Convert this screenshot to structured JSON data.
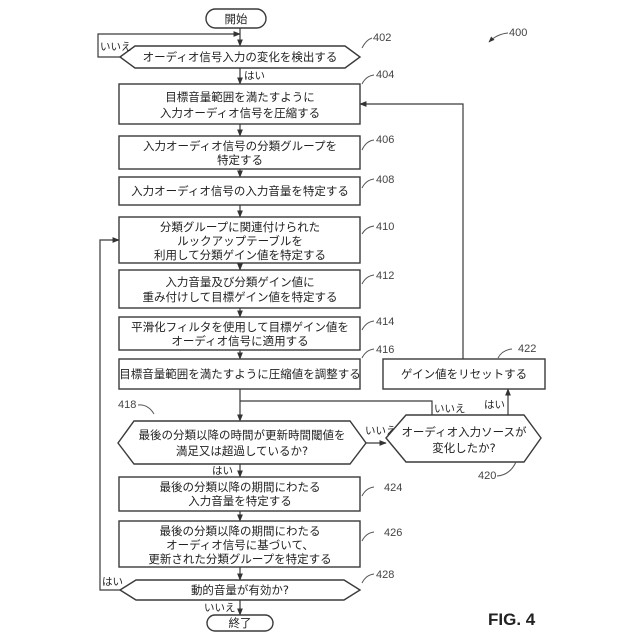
{
  "figure": {
    "ref": "400",
    "label": "FIG. 4"
  },
  "start": {
    "text": "開始"
  },
  "end": {
    "text": "終了"
  },
  "steps": {
    "s402": {
      "ref": "402",
      "lines": [
        "オーディオ信号入力の変化を検出する"
      ],
      "yes": "はい",
      "no": "いいえ"
    },
    "s404": {
      "ref": "404",
      "lines": [
        "目標音量範囲を満たすように",
        "入力オーディオ信号を圧縮する"
      ]
    },
    "s406": {
      "ref": "406",
      "lines": [
        "入力オーディオ信号の分類グループを",
        "特定する"
      ]
    },
    "s408": {
      "ref": "408",
      "lines": [
        "入力オーディオ信号の入力音量を特定する"
      ]
    },
    "s410": {
      "ref": "410",
      "lines": [
        "分類グループに関連付けられた",
        "ルックアップテーブルを",
        "利用して分類ゲイン値を特定する"
      ]
    },
    "s412": {
      "ref": "412",
      "lines": [
        "入力音量及び分類ゲイン値に",
        "重み付けして目標ゲイン値を特定する"
      ]
    },
    "s414": {
      "ref": "414",
      "lines": [
        "平滑化フィルタを使用して目標ゲイン値を",
        "オーディオ信号に適用する"
      ]
    },
    "s416": {
      "ref": "416",
      "lines": [
        "目標音量範囲を満たすように圧縮値を調整する"
      ]
    },
    "s418": {
      "ref": "418",
      "lines": [
        "最後の分類以降の時間が更新時間閾値を",
        "満足又は超過しているか?"
      ],
      "yes": "はい",
      "no": "いいえ"
    },
    "s420": {
      "ref": "420",
      "lines": [
        "オーディオ入力ソースが",
        "変化したか?"
      ],
      "yes": "はい",
      "no": "いいえ"
    },
    "s422": {
      "ref": "422",
      "lines": [
        "ゲイン値をリセットする"
      ]
    },
    "s424": {
      "ref": "424",
      "lines": [
        "最後の分類以降の期間にわたる",
        "入力音量を特定する"
      ]
    },
    "s426": {
      "ref": "426",
      "lines": [
        "最後の分類以降の期間にわたる",
        "オーディオ信号に基づいて、",
        "更新された分類グループを特定する"
      ]
    },
    "s428": {
      "ref": "428",
      "lines": [
        "動的音量が有効か?"
      ],
      "yes": "はい",
      "no": "いいえ"
    }
  }
}
